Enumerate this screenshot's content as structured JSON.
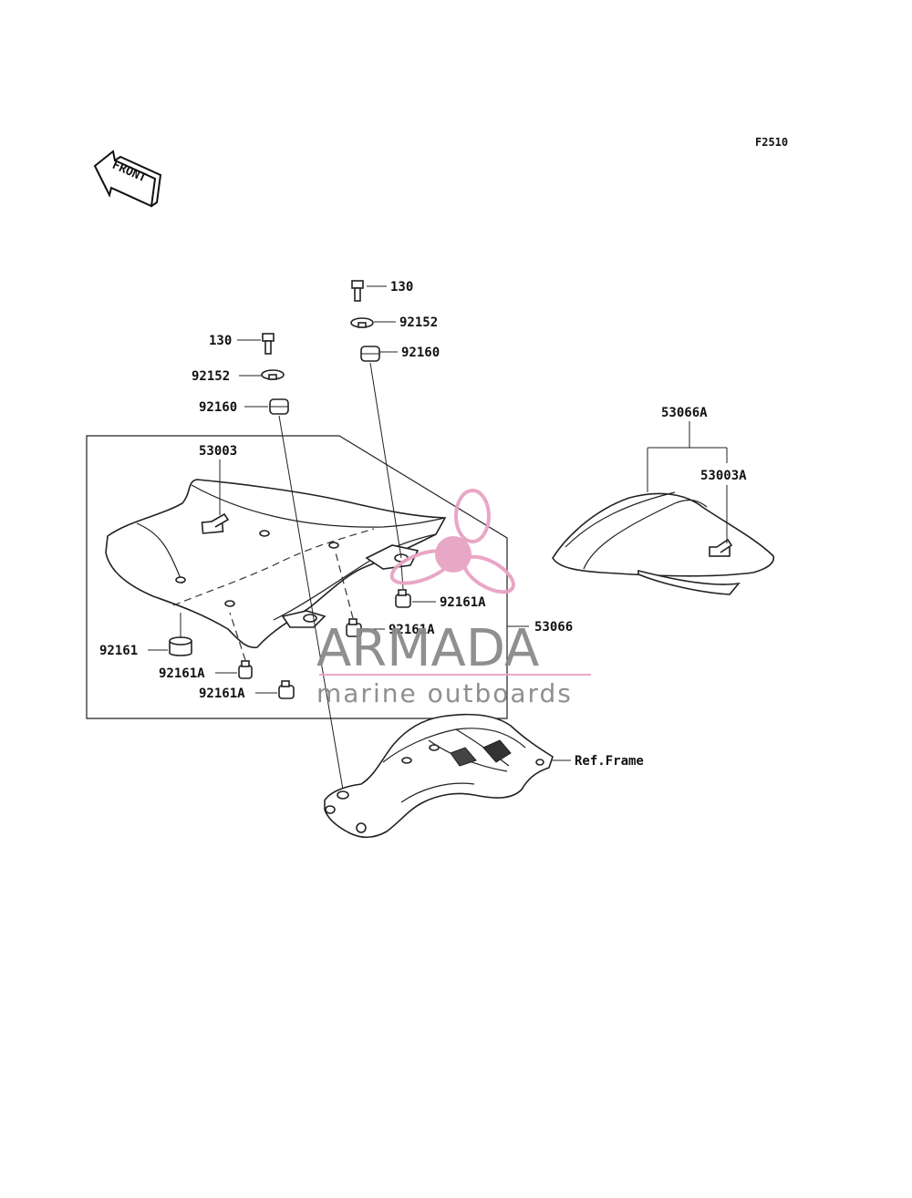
{
  "diagram": {
    "figure_code": "F2510",
    "front_label": "FRONT",
    "labels": {
      "bolt_right": "130",
      "washer_right": "92152",
      "grommet_right": "92160",
      "bolt_left": "130",
      "washer_left": "92152",
      "grommet_left": "92160",
      "seat_cover_label": "53003",
      "seat_assembly": "53066",
      "rear_seat_assembly": "53066A",
      "rear_seat_cover_label": "53003A",
      "damper_left": "92161",
      "damper_a_1": "92161A",
      "damper_a_2": "92161A",
      "damper_a_3": "92161A",
      "damper_a_4": "92161A",
      "frame_ref": "Ref.Frame"
    }
  },
  "watermark": {
    "brand": "ARMADA",
    "tagline": "marine outboards",
    "accent_color": "#e8a3c4",
    "text_color": "#8a8a8a"
  }
}
